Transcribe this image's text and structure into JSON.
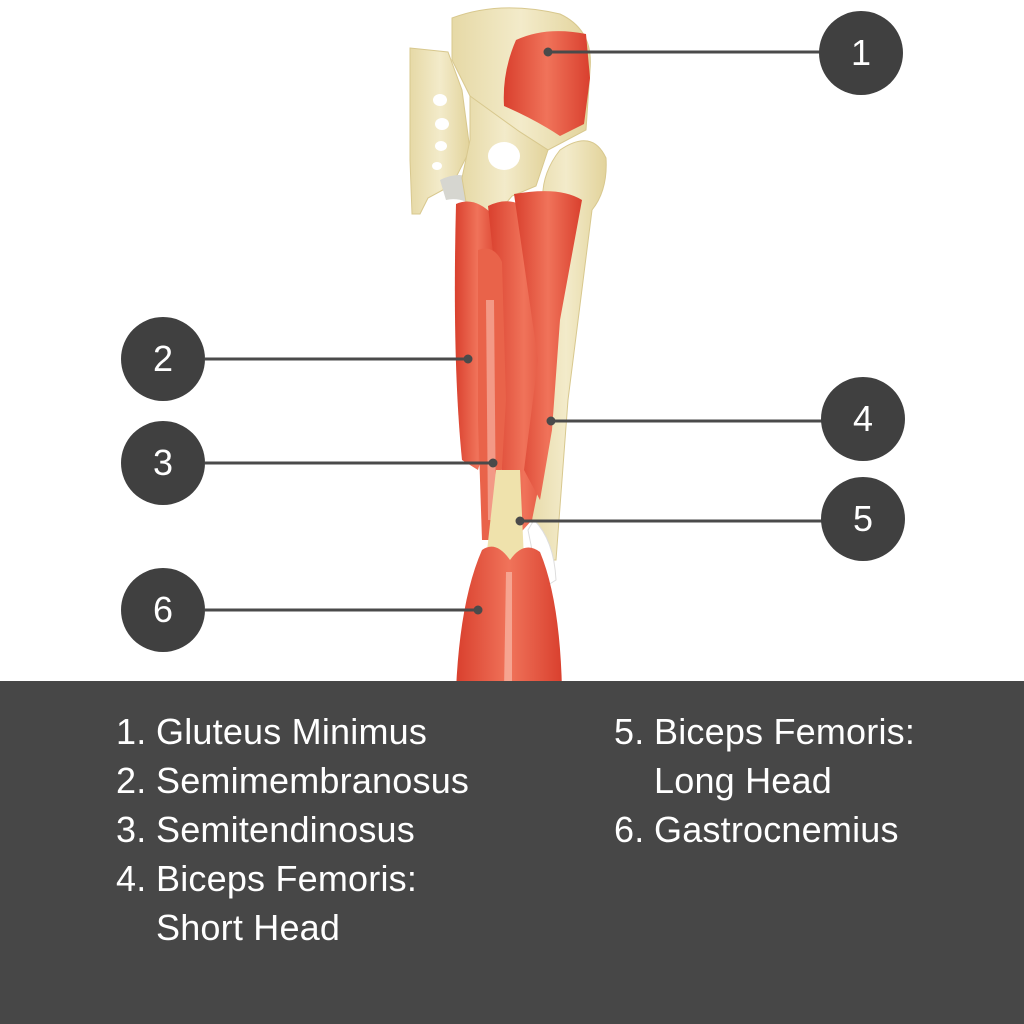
{
  "markers": [
    "1",
    "2",
    "3",
    "4",
    "5",
    "6"
  ],
  "legend": [
    {
      "number": "1.",
      "label": "Gluteus Minimus"
    },
    {
      "number": "2.",
      "label": "Semimembranosus"
    },
    {
      "number": "3.",
      "label": "Semitendinosus"
    },
    {
      "number": "4.",
      "label": "Biceps Femoris:\nShort Head"
    },
    {
      "number": "5.",
      "label": "Biceps Femoris:\nLong Head"
    },
    {
      "number": "6.",
      "label": "Gastrocnemius"
    }
  ],
  "colors": {
    "marker_fill": "#404040",
    "panel_background": "#474747",
    "muscle": "#e8573f",
    "bone": "#ede3b8",
    "leader_line": "#4a4a4a"
  }
}
